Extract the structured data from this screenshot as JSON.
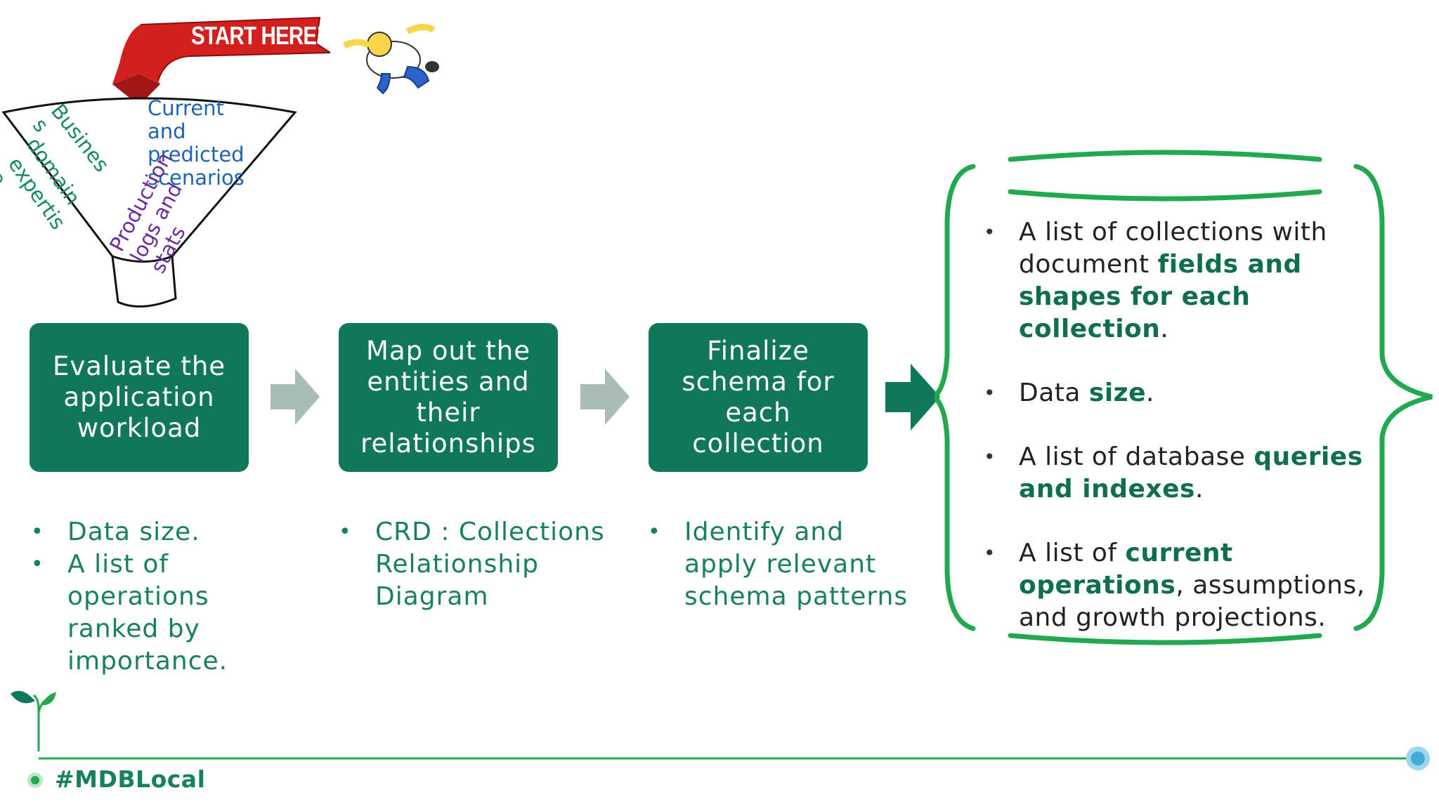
{
  "start_banner": {
    "label": "START HERE!"
  },
  "funnel": {
    "items": [
      {
        "id": "business",
        "text": "Busines\ns",
        "color": "#138a62"
      },
      {
        "id": "domain",
        "text": "domain",
        "color": "#138a62"
      },
      {
        "id": "expertise",
        "text": "expertis\ne",
        "color": "#138a62"
      },
      {
        "id": "scenarios",
        "text": "Current\nand\npredicted\nscenarios",
        "color": "#1e63b5"
      },
      {
        "id": "logs",
        "text": "Production\nlogs and\nstats",
        "color": "#6a2aa0"
      }
    ]
  },
  "steps": [
    {
      "label": "Evaluate the application workload",
      "bullets": [
        "Data size.",
        "A list of operations ranked by importance."
      ]
    },
    {
      "label": "Map out the entities and their relationships",
      "bullets": [
        "CRD : Collections Relationship Diagram"
      ]
    },
    {
      "label": "Finalize schema for each collection",
      "bullets": [
        "Identify and apply relevant schema patterns"
      ]
    }
  ],
  "outputs": [
    {
      "pre": "A list of collections with document ",
      "hl": "fields and shapes for each collection",
      "post": "."
    },
    {
      "pre": "Data ",
      "hl": "size",
      "post": "."
    },
    {
      "pre": "A list of database ",
      "hl": "queries and indexes",
      "post": "."
    },
    {
      "pre": "A list of ",
      "hl": "current operations",
      "post": ", assumptions, and growth projections."
    }
  ],
  "footer": {
    "hashtag": "#MDBLocal"
  },
  "colors": {
    "box": "#10775a",
    "accent_green": "#22a84f",
    "grey_arrow": "#a9bcb6",
    "banner_red": "#d41f1f"
  },
  "icons": [
    "start-here-arrow",
    "homer-character",
    "funnel",
    "sprout-icon"
  ]
}
